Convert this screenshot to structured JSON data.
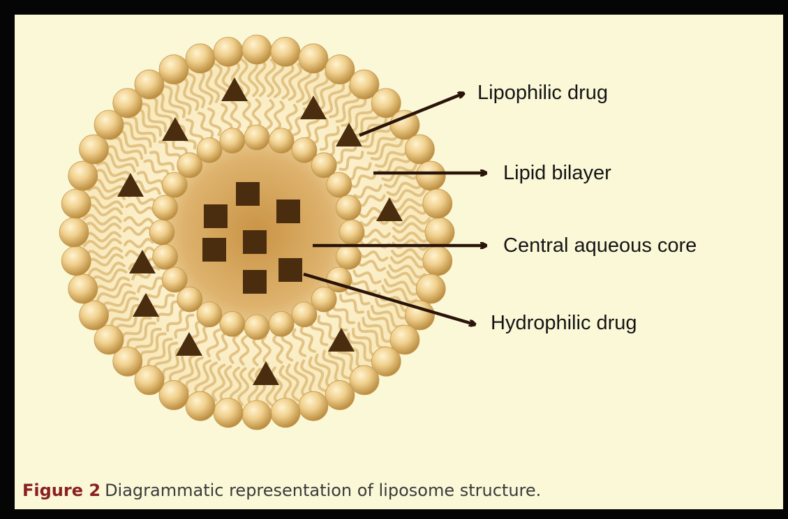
{
  "labels": {
    "lipophilic_drug": "Lipophilic drug",
    "lipid_bilayer": "Lipid bilayer",
    "aqueous_core": "Central aqueous core",
    "hydrophilic_drug": "Hydrophilic drug"
  },
  "caption": {
    "figure": "Figure 2",
    "text": "Diagrammatic representation of liposome structure."
  },
  "colors": {
    "background": "#fbf8d8",
    "frame": "#050505",
    "head_light": "#f3d79a",
    "head_dark": "#b98a3c",
    "tail": "#e2c384",
    "core": "#d9a960",
    "drug": "#4a2c0e",
    "arrow": "#2a1409",
    "caption_figure": "#8a1f22"
  }
}
